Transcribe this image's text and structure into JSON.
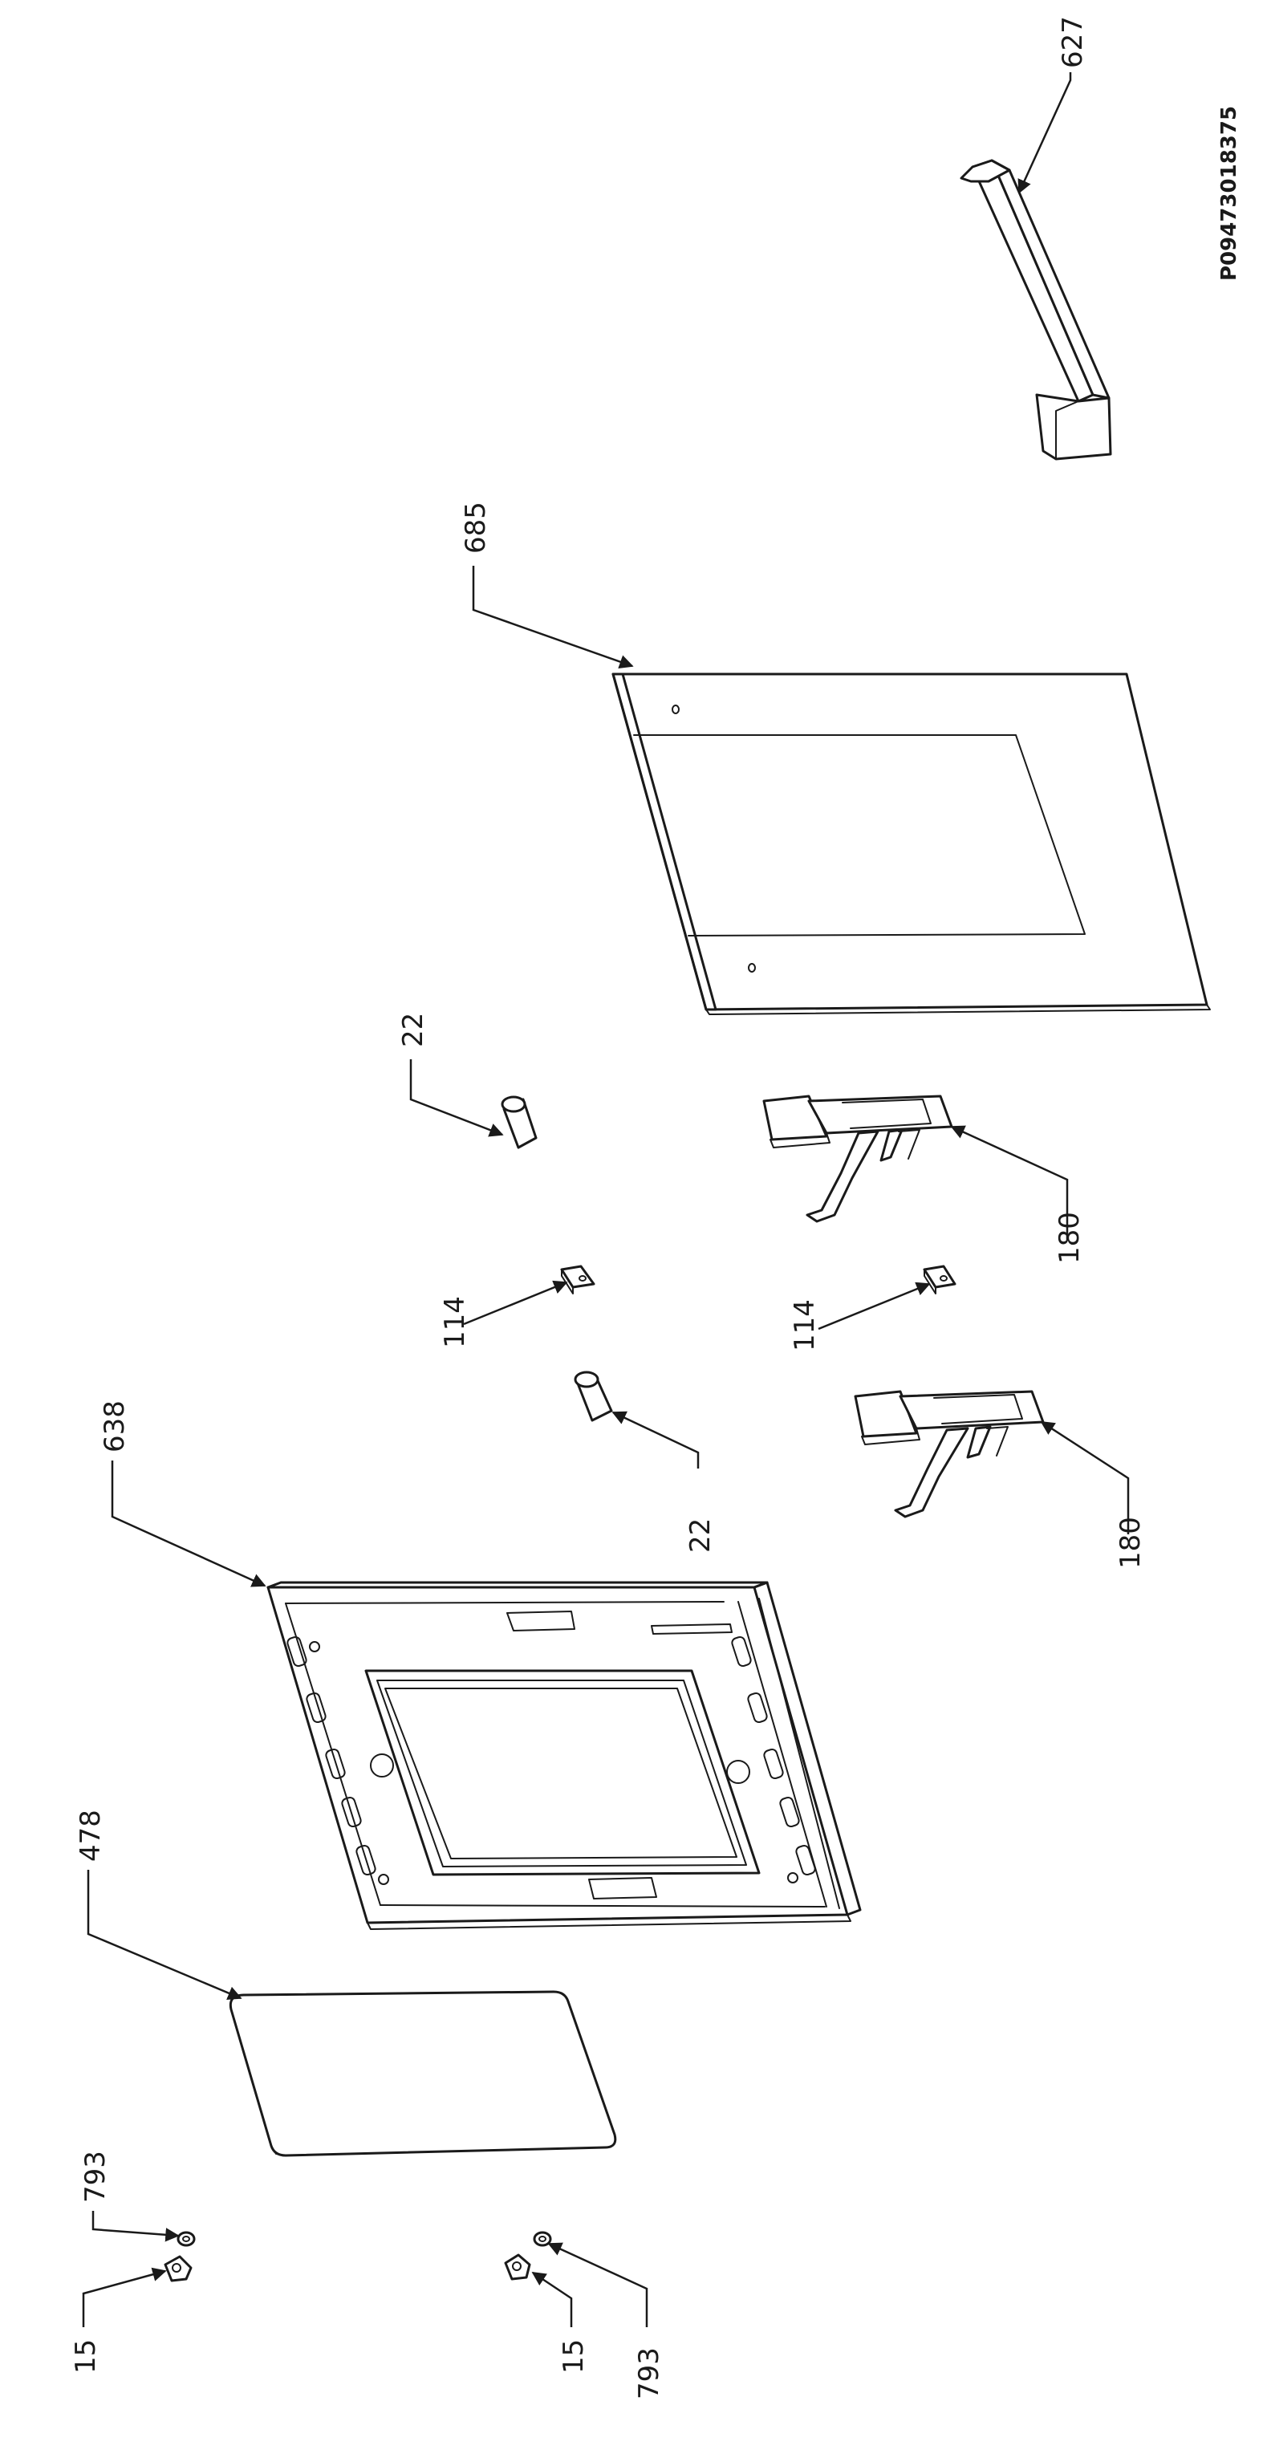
{
  "drawing_code": "P09473018375",
  "labels": {
    "l627": "627",
    "l685": "685",
    "l22a": "22",
    "l180a": "180",
    "l114a": "114",
    "l114b": "114",
    "l22b": "22",
    "l180b": "180",
    "l638": "638",
    "l478": "478",
    "l793a": "793",
    "l15a": "15",
    "l15b": "15",
    "l793b": "793"
  }
}
